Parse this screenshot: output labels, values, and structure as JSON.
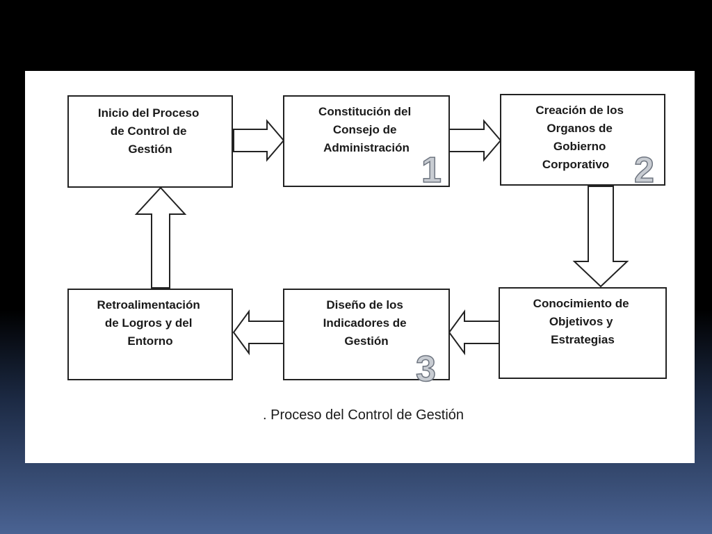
{
  "diagram": {
    "boxes": [
      {
        "id": "inicio",
        "lines": [
          "Inicio del Proceso",
          "de Control de",
          "Gestión"
        ]
      },
      {
        "id": "constitucion",
        "lines": [
          "Constitución del",
          "Consejo de",
          "Administración"
        ]
      },
      {
        "id": "creacion",
        "lines": [
          "Creación de los",
          "Organos de",
          "Gobierno",
          "Corporativo"
        ]
      },
      {
        "id": "conocimiento",
        "lines": [
          "Conocimiento de",
          "Objetivos y",
          "Estrategias"
        ]
      },
      {
        "id": "diseno",
        "lines": [
          "Diseño de los",
          "Indicadores de",
          "Gestión"
        ]
      },
      {
        "id": "retro",
        "lines": [
          "Retroalimentación",
          "de Logros y del",
          "Entorno"
        ]
      }
    ],
    "step_numbers": [
      "1",
      "2",
      "3"
    ],
    "caption": ". Proceso del Control de Gestión"
  }
}
